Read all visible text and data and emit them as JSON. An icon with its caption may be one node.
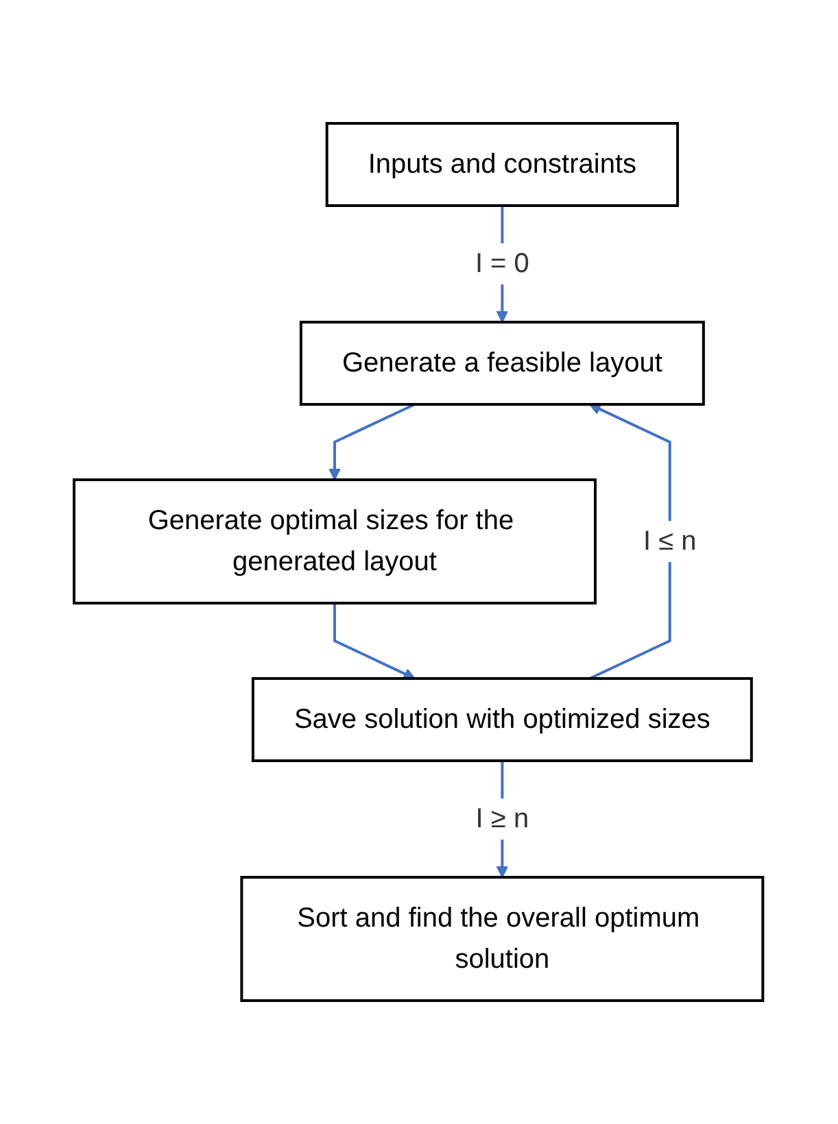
{
  "diagram": {
    "nodes": [
      {
        "text": [
          "Inputs and constraints"
        ]
      },
      {
        "text": [
          "Generate a feasible layout"
        ]
      },
      {
        "text": [
          "Generate optimal sizes for the generated layout"
        ]
      },
      {
        "text": [
          "Save solution with optimized sizes"
        ]
      },
      {
        "text": [
          "Sort and find the overall optimum solution"
        ]
      }
    ],
    "edges": [
      {
        "from": 0,
        "to": 1,
        "arrow": "to",
        "label": "I = 0"
      },
      {
        "from": 1,
        "to": 2,
        "arrow": "to"
      },
      {
        "from": 2,
        "to": 3,
        "arrow": "to"
      },
      {
        "from": 3,
        "to": 1,
        "arrow": "to",
        "label": "I ≤ n"
      },
      {
        "from": 3,
        "to": 4,
        "arrow": "to",
        "label": "I ≥ n"
      }
    ]
  }
}
